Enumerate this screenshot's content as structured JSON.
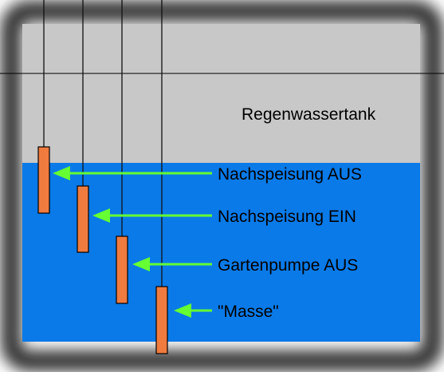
{
  "tank": {
    "title": "Regenwassertank",
    "air_color": "#c8c8c8",
    "water_color": "#0a7ae8",
    "wall_color": "#333333"
  },
  "probes": [
    {
      "label": "Nachspeisung AUS"
    },
    {
      "label": "Nachspeisung EIN"
    },
    {
      "label": "Gartenpumpe AUS"
    },
    {
      "label": "\"Masse\""
    }
  ],
  "colors": {
    "arrow": "#66ff33",
    "electrode": "#f07b3f",
    "wire": "#111111"
  }
}
